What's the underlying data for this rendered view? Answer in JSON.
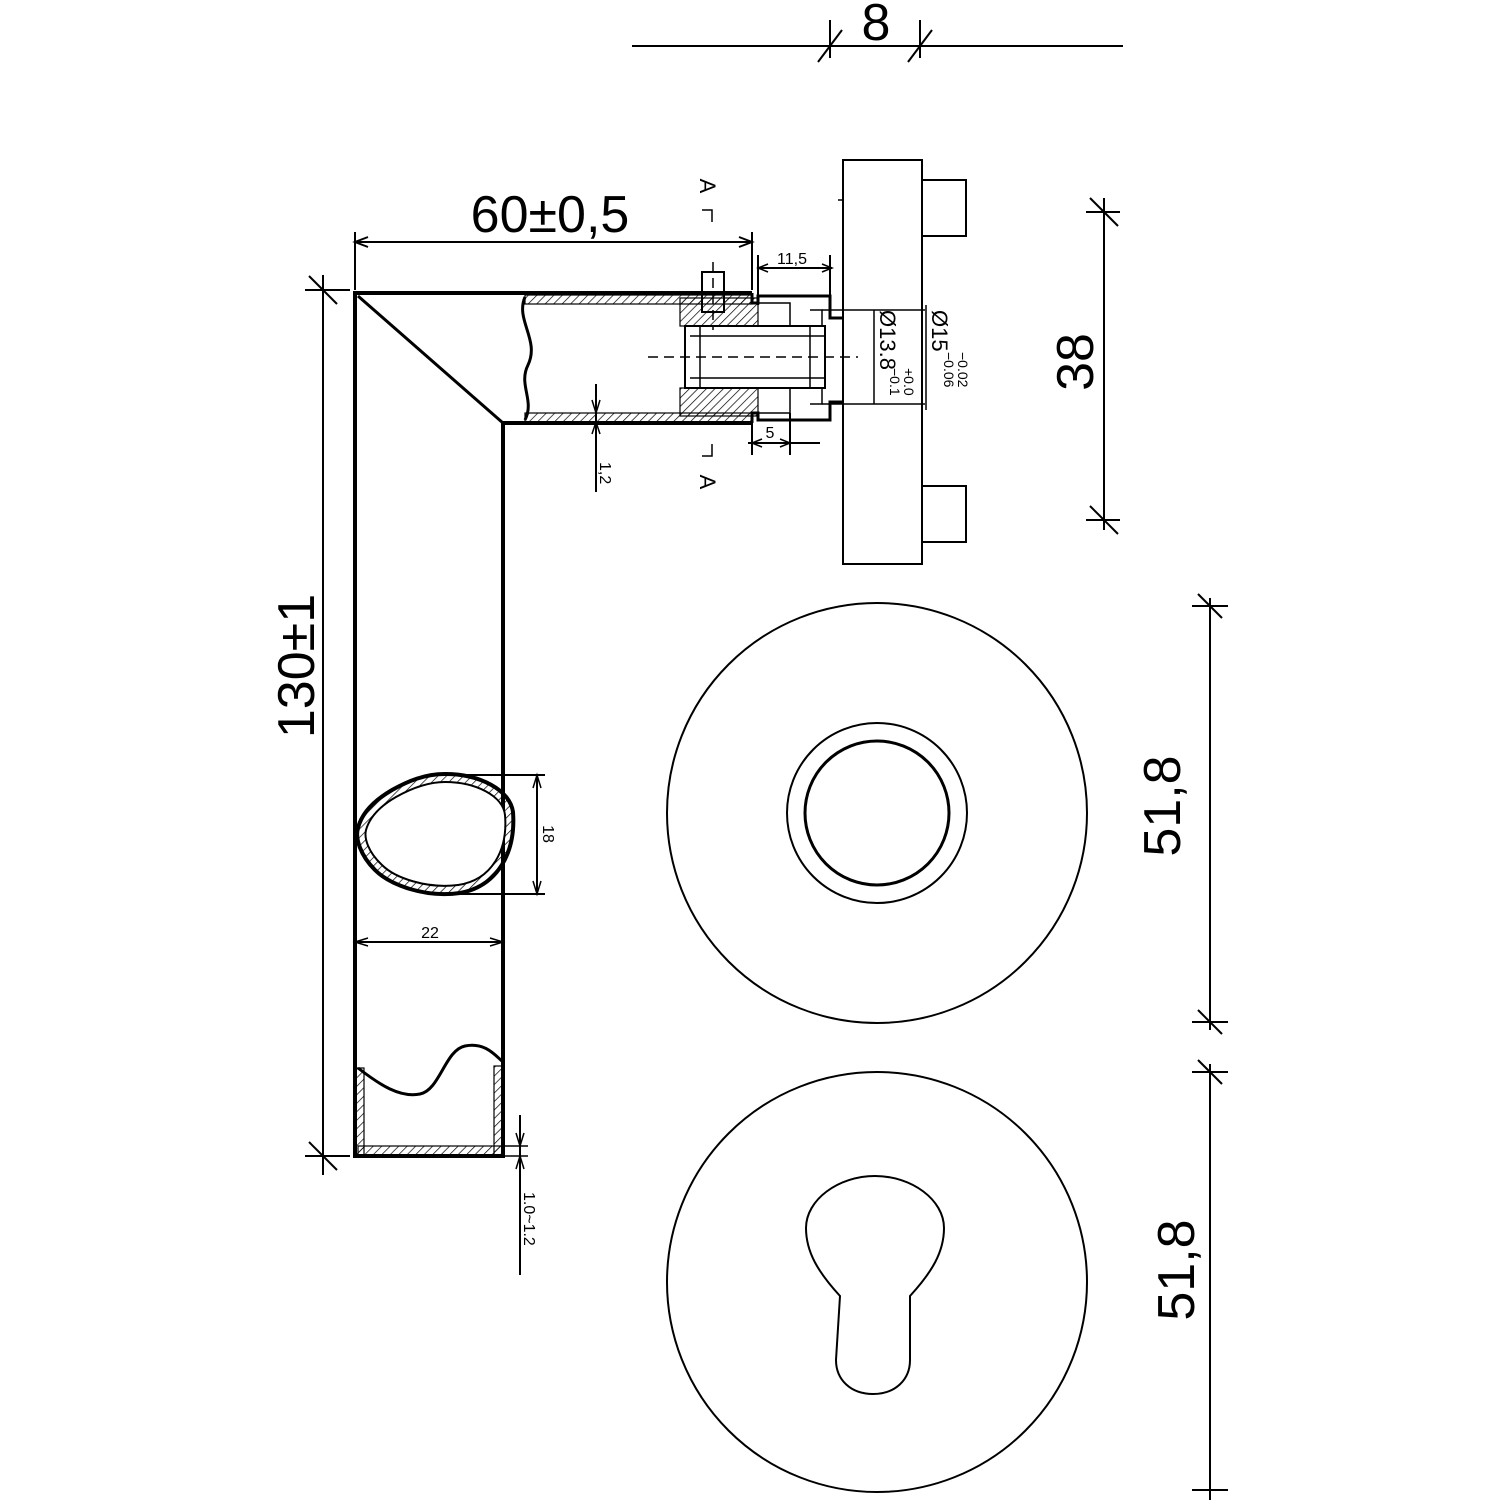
{
  "dimensions": {
    "top_width": "8",
    "lever_length": "60±0,5",
    "neck_length": "11,5",
    "rose_height": "38",
    "total_height": "130±1",
    "wall_thickness": "1,2",
    "step_length": "5",
    "inner_diameter_main": "Ø13.8",
    "inner_diameter_tol_upper": "+0.0",
    "inner_diameter_tol_lower": "−0.1",
    "outer_diameter_main": "Ø15",
    "outer_diameter_tol_upper": "−0.02",
    "outer_diameter_tol_lower": "−0.06",
    "section_height": "18",
    "handle_width": "22",
    "tube_thickness": "1.0~1.2",
    "rose_diameter_upper": "51,8",
    "rose_diameter_lower": "51,8"
  },
  "section_labels": {
    "top": "A",
    "bottom": "A"
  }
}
